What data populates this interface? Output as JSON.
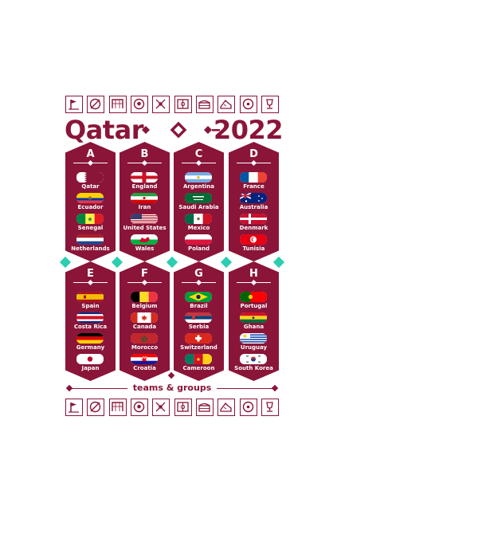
{
  "title": {
    "left": "Qatar",
    "right": "2022"
  },
  "subtitle": "teams & groups",
  "colors": {
    "maroon": "#8a1538",
    "teal": "#2ccdb1",
    "white": "#ffffff",
    "background": "#ffffff"
  },
  "icon_names": [
    "corner-flag-icon",
    "offside-icon",
    "goal-icon",
    "football-icon",
    "tactics-icon",
    "pitch-icon",
    "stadium-icon",
    "boots-icon",
    "center-circle-icon",
    "trophy-icon"
  ],
  "groups": [
    {
      "letter": "A",
      "teams": [
        "Qatar",
        "Ecuador",
        "Senegal",
        "Netherlands"
      ]
    },
    {
      "letter": "B",
      "teams": [
        "England",
        "Iran",
        "United States",
        "Wales"
      ]
    },
    {
      "letter": "C",
      "teams": [
        "Argentina",
        "Saudi Arabia",
        "Mexico",
        "Poland"
      ]
    },
    {
      "letter": "D",
      "teams": [
        "France",
        "Australia",
        "Denmark",
        "Tunisia"
      ]
    },
    {
      "letter": "E",
      "teams": [
        "Spain",
        "Costa Rica",
        "Germany",
        "Japan"
      ]
    },
    {
      "letter": "F",
      "teams": [
        "Belgium",
        "Canada",
        "Morocco",
        "Croatia"
      ]
    },
    {
      "letter": "G",
      "teams": [
        "Brazil",
        "Serbia",
        "Switzerland",
        "Cameroon"
      ]
    },
    {
      "letter": "H",
      "teams": [
        "Portugal",
        "Ghana",
        "Uruguay",
        "South Korea"
      ]
    }
  ]
}
